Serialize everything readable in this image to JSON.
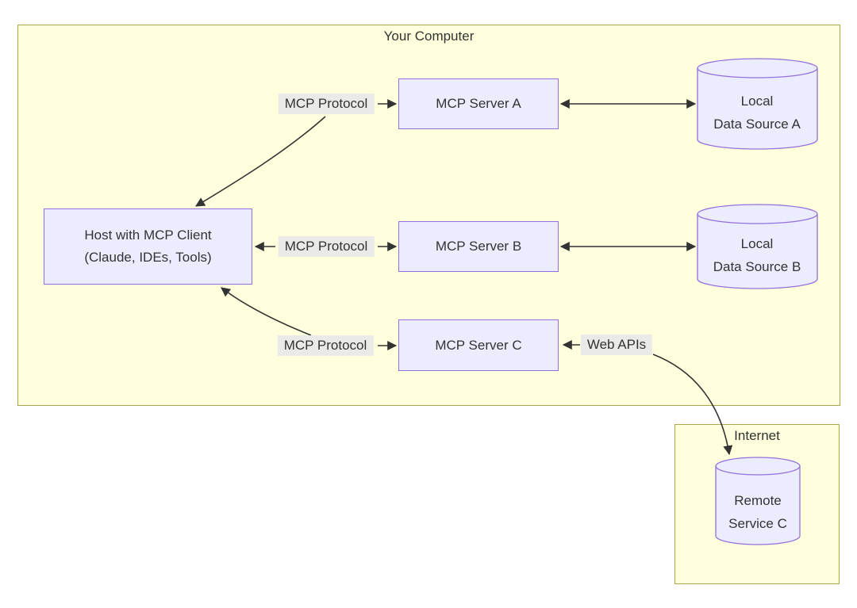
{
  "diagram": {
    "clusters": {
      "your_computer": {
        "title": "Your Computer"
      },
      "internet": {
        "title": "Internet"
      }
    },
    "nodes": {
      "host": {
        "line1": "Host with MCP Client",
        "line2": "(Claude, IDEs, Tools)"
      },
      "server_a": {
        "label": "MCP Server A"
      },
      "server_b": {
        "label": "MCP Server B"
      },
      "server_c": {
        "label": "MCP Server C"
      },
      "data_source_a": {
        "line1": "Local",
        "line2": "Data Source A"
      },
      "data_source_b": {
        "line1": "Local",
        "line2": "Data Source B"
      },
      "remote_service_c": {
        "line1": "Remote",
        "line2": "Service C"
      }
    },
    "edge_labels": {
      "mcp_a": "MCP Protocol",
      "mcp_b": "MCP Protocol",
      "mcp_c": "MCP Protocol",
      "web_apis": "Web APIs"
    },
    "colors": {
      "cluster_fill": "#ffffde",
      "cluster_border": "#a8a84a",
      "node_fill": "#ececff",
      "node_border": "#9370db",
      "edge_label_bg": "#e8e8e8",
      "arrow": "#333333",
      "text": "#333333",
      "page_bg": "#ffffff"
    }
  }
}
